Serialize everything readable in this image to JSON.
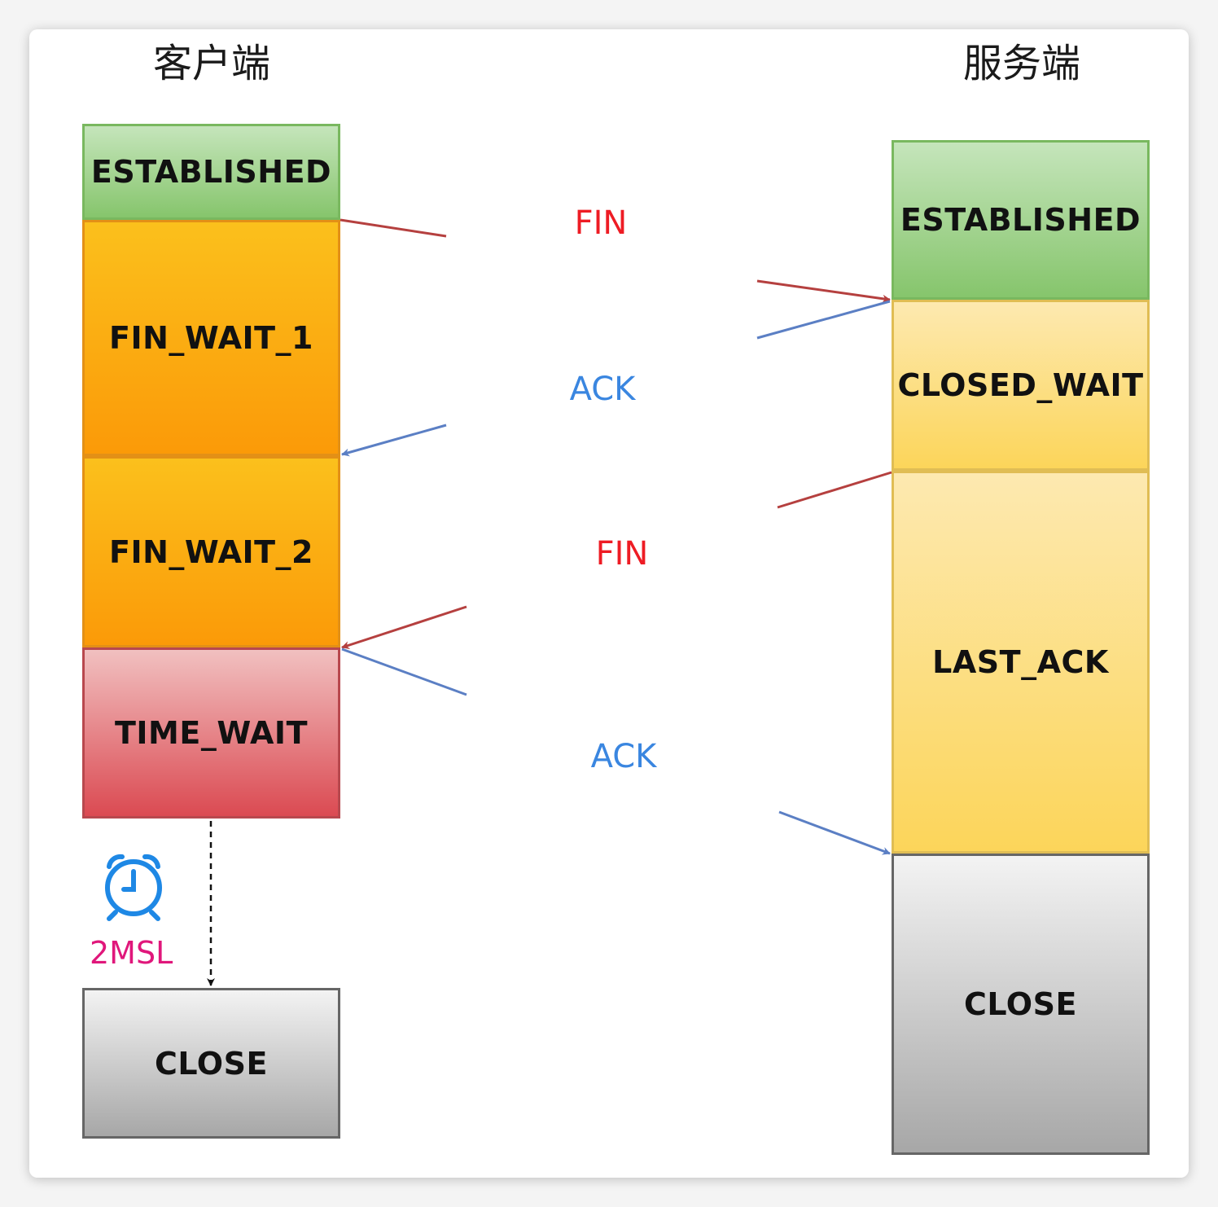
{
  "client": {
    "title": "客户端",
    "states": {
      "established": "ESTABLISHED",
      "fin_wait_1": "FIN_WAIT_1",
      "fin_wait_2": "FIN_WAIT_2",
      "time_wait": "TIME_WAIT",
      "close": "CLOSE"
    }
  },
  "server": {
    "title": "服务端",
    "states": {
      "established": "ESTABLISHED",
      "closed_wait": "CLOSED_WAIT",
      "last_ack": "LAST_ACK",
      "close": "CLOSE"
    }
  },
  "messages": {
    "fin1": "FIN",
    "ack1": "ACK",
    "fin2": "FIN",
    "ack2": "ACK"
  },
  "timer": {
    "icon": "alarm-clock-icon",
    "label": "2MSL"
  },
  "colors": {
    "fin_arrow": "#b5403f",
    "ack_arrow": "#5b7fc4",
    "fin_text": "#ee1c24",
    "ack_text": "#3a86e0",
    "timer_text": "#e0177b"
  }
}
